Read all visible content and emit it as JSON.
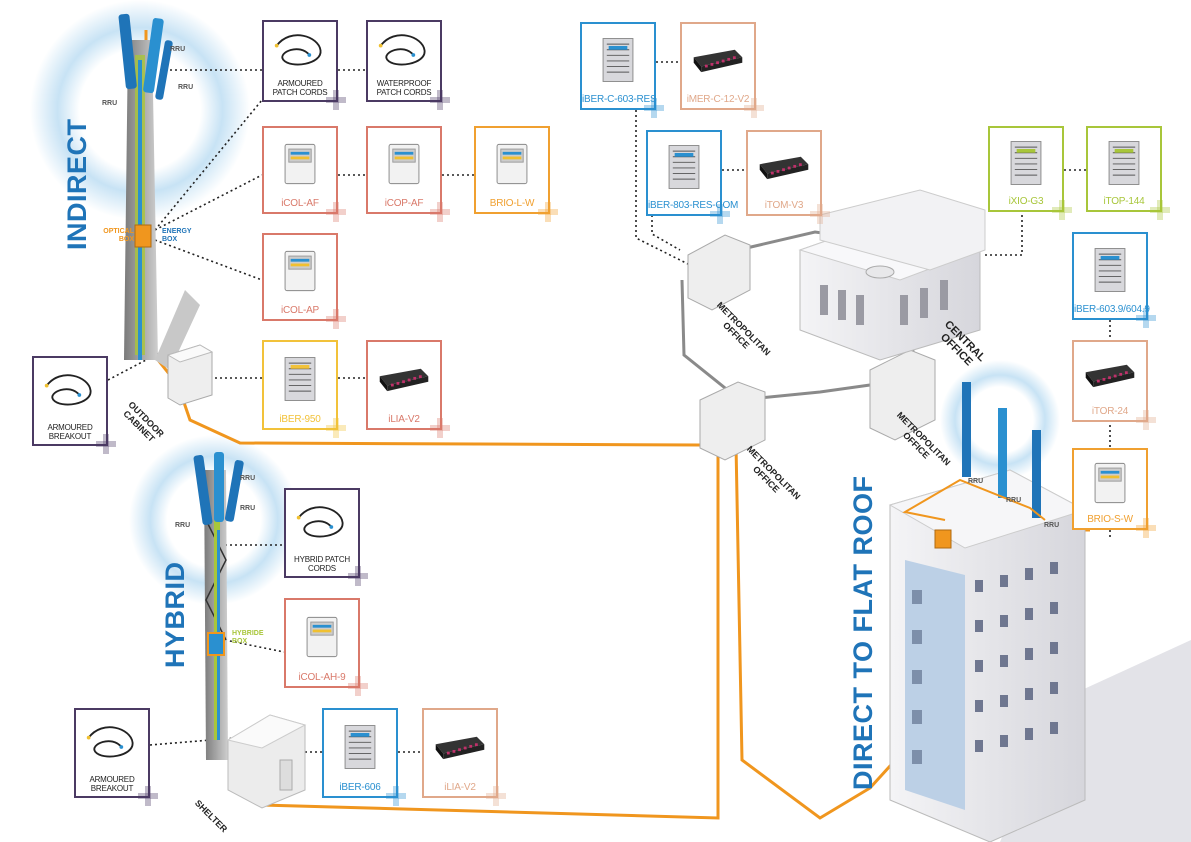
{
  "sections": {
    "indirect": "INDIRECT",
    "hybrid": "HYBRID",
    "direct": "DIRECT TO FLAT ROOF"
  },
  "rru": "RRU",
  "tower_labels": {
    "optical_box": "OPTICAL BOX",
    "energy_box": "ENERGY BOX",
    "hybride_box": "HYBRIDE BOX"
  },
  "sites": {
    "outdoor_cabinet": "OUTDOOR CABINET",
    "shelter": "SHELTER",
    "metro_office_1": "METROPOLITAN OFFICE",
    "metro_office_2": "METROPOLITAN OFFICE",
    "metro_office_3": "METROPOLITAN OFFICE",
    "central_office": "CENTRAL OFFICE"
  },
  "products": {
    "armoured_patch_cords": "ARMOURED PATCH CORDS",
    "waterproof_patch_cords": "WATERPROOF PATCH CORDS",
    "icol_af": "iCOL-AF",
    "icop_af": "iCOP-AF",
    "brio_l_w": "BRIO-L-W",
    "icol_ap": "iCOL-AP",
    "iber_950": "iBER-950",
    "ilia_v2_a": "iLIA-V2",
    "armoured_breakout_a": "ARMOURED BREAKOUT",
    "hybrid_patch_cords": "HYBRID PATCH CORDS",
    "icol_ah_9": "iCOL-AH-9",
    "armoured_breakout_b": "ARMOURED BREAKOUT",
    "iber_606": "iBER-606",
    "ilia_v2_b": "iLIA-V2",
    "iber_c_603_res": "iBER-C-603-RES",
    "imer_c_12_v2": "iMER-C-12-V2",
    "iber_803_res_com": "iBER-803-RES-COM",
    "itom_v3": "iTOM-V3",
    "ixio_g3": "iXIO-G3",
    "itop_144": "iTOP-144",
    "iber_603_604": "iBER-603.9/604.9",
    "itor_24": "iTOR-24",
    "brio_s_w": "BRIO-S-W"
  },
  "colors": {
    "purple": "#4b3a63",
    "salmon": "#d9796a",
    "orange": "#f0a030",
    "yellow": "#f2c23a",
    "blue": "#2a90d0",
    "peach": "#e0a88a",
    "green": "#a8c63a",
    "fiber": "#f0961e",
    "title": "#1f74b8"
  }
}
